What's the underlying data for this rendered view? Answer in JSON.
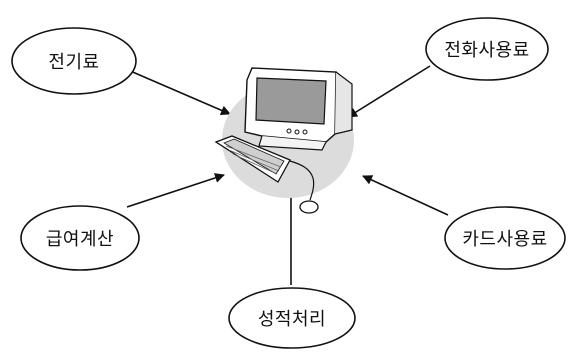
{
  "nodes": {
    "electricity": "전기료",
    "phone": "전화사용료",
    "payroll": "급여계산",
    "card": "카드사용료",
    "grades": "성적처리"
  },
  "colors": {
    "line": "#111111",
    "monitor_screen": "#9a9a9a",
    "desk_shadow": "#dcdcdc"
  }
}
